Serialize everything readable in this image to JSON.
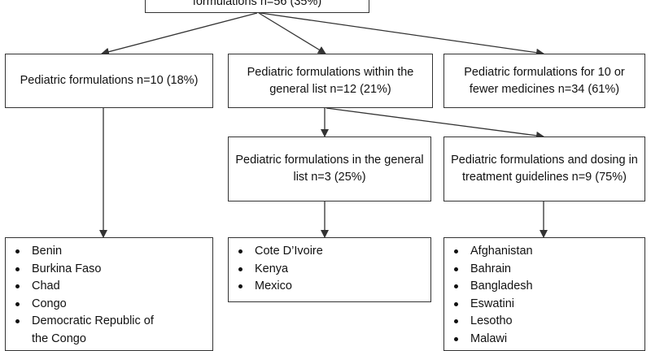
{
  "root": {
    "text": "formulations n=56 (35%)"
  },
  "level1": [
    {
      "text": "Pediatric formulations n=10 (18%)"
    },
    {
      "text": "Pediatric formulations within the general list n=12 (21%)"
    },
    {
      "text": "Pediatric formulations for 10 or fewer medicines n=34 (61%)"
    }
  ],
  "level2": [
    {
      "text": "Pediatric formulations in the general list n=3 (25%)"
    },
    {
      "text": "Pediatric formulations and dosing in treatment guidelines n=9 (75%)"
    }
  ],
  "lists": {
    "left": [
      "Benin",
      "Burkina Faso",
      "Chad",
      "Congo",
      "Democratic Republic of",
      "the Congo"
    ],
    "middle": [
      "Cote D’Ivoire",
      "Kenya",
      "Mexico"
    ],
    "right": [
      "Afghanistan",
      "Bahrain",
      "Bangladesh",
      "Eswatini",
      "Lesotho",
      "Malawi"
    ]
  }
}
